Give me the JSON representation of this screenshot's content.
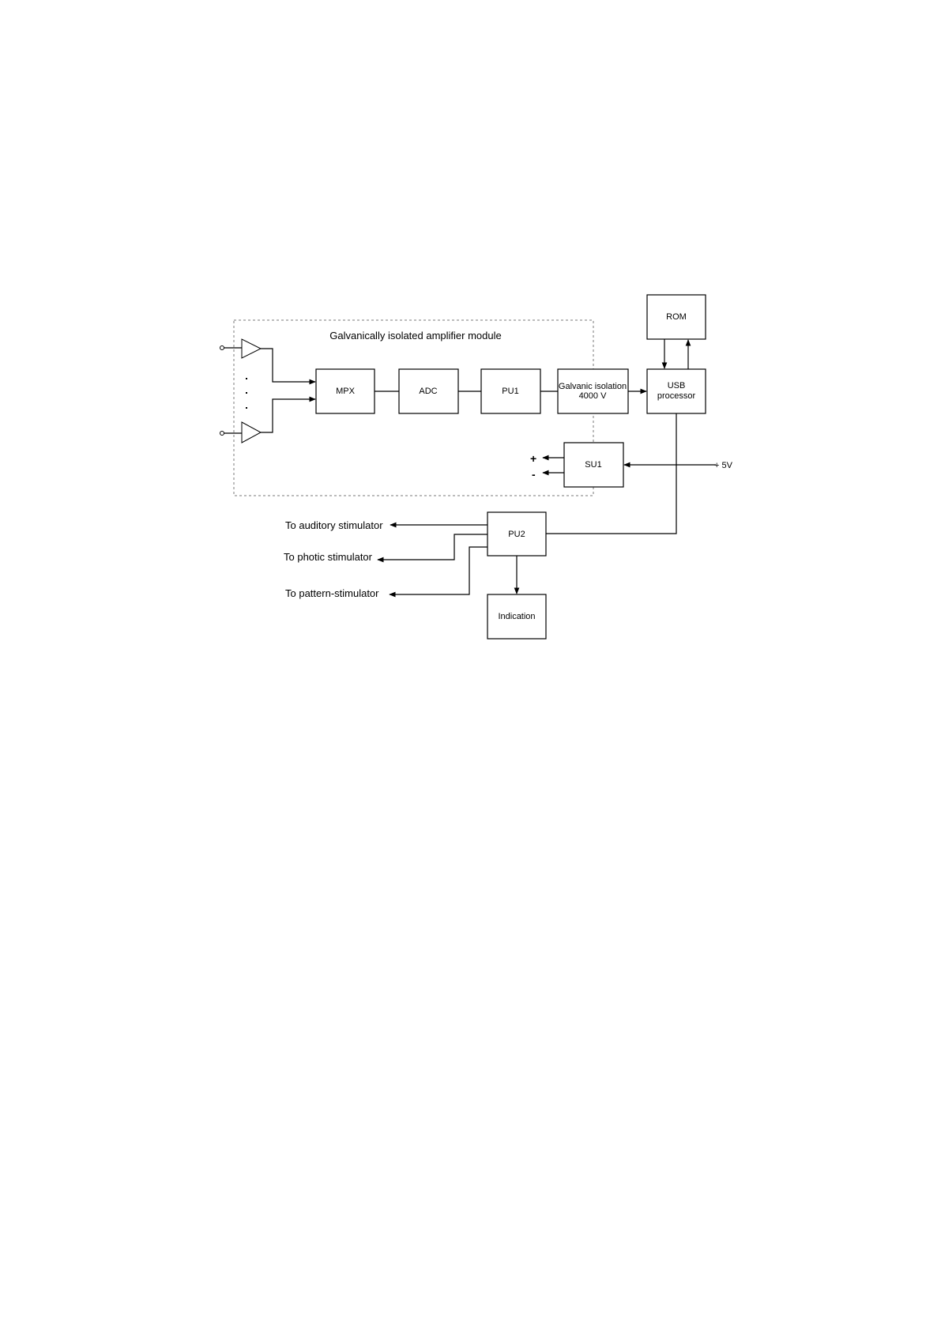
{
  "diagram": {
    "module_label": "Galvanically isolated amplifier module",
    "blocks": {
      "rom": "ROM",
      "mpx": "MPX",
      "adc": "ADC",
      "pu1": "PU1",
      "galvanic_line1": "Galvanic isolation",
      "galvanic_line2": "4000 V",
      "usb_line1": "USB",
      "usb_line2": "processor",
      "su1": "SU1",
      "pu2": "PU2",
      "indication": "Indication"
    },
    "labels": {
      "plus": "+",
      "minus": "-",
      "supply": "+ 5V",
      "to_auditory": "To auditory stimulator",
      "to_photic": "To photic stimulator",
      "to_pattern": "To pattern-stimulator"
    }
  }
}
